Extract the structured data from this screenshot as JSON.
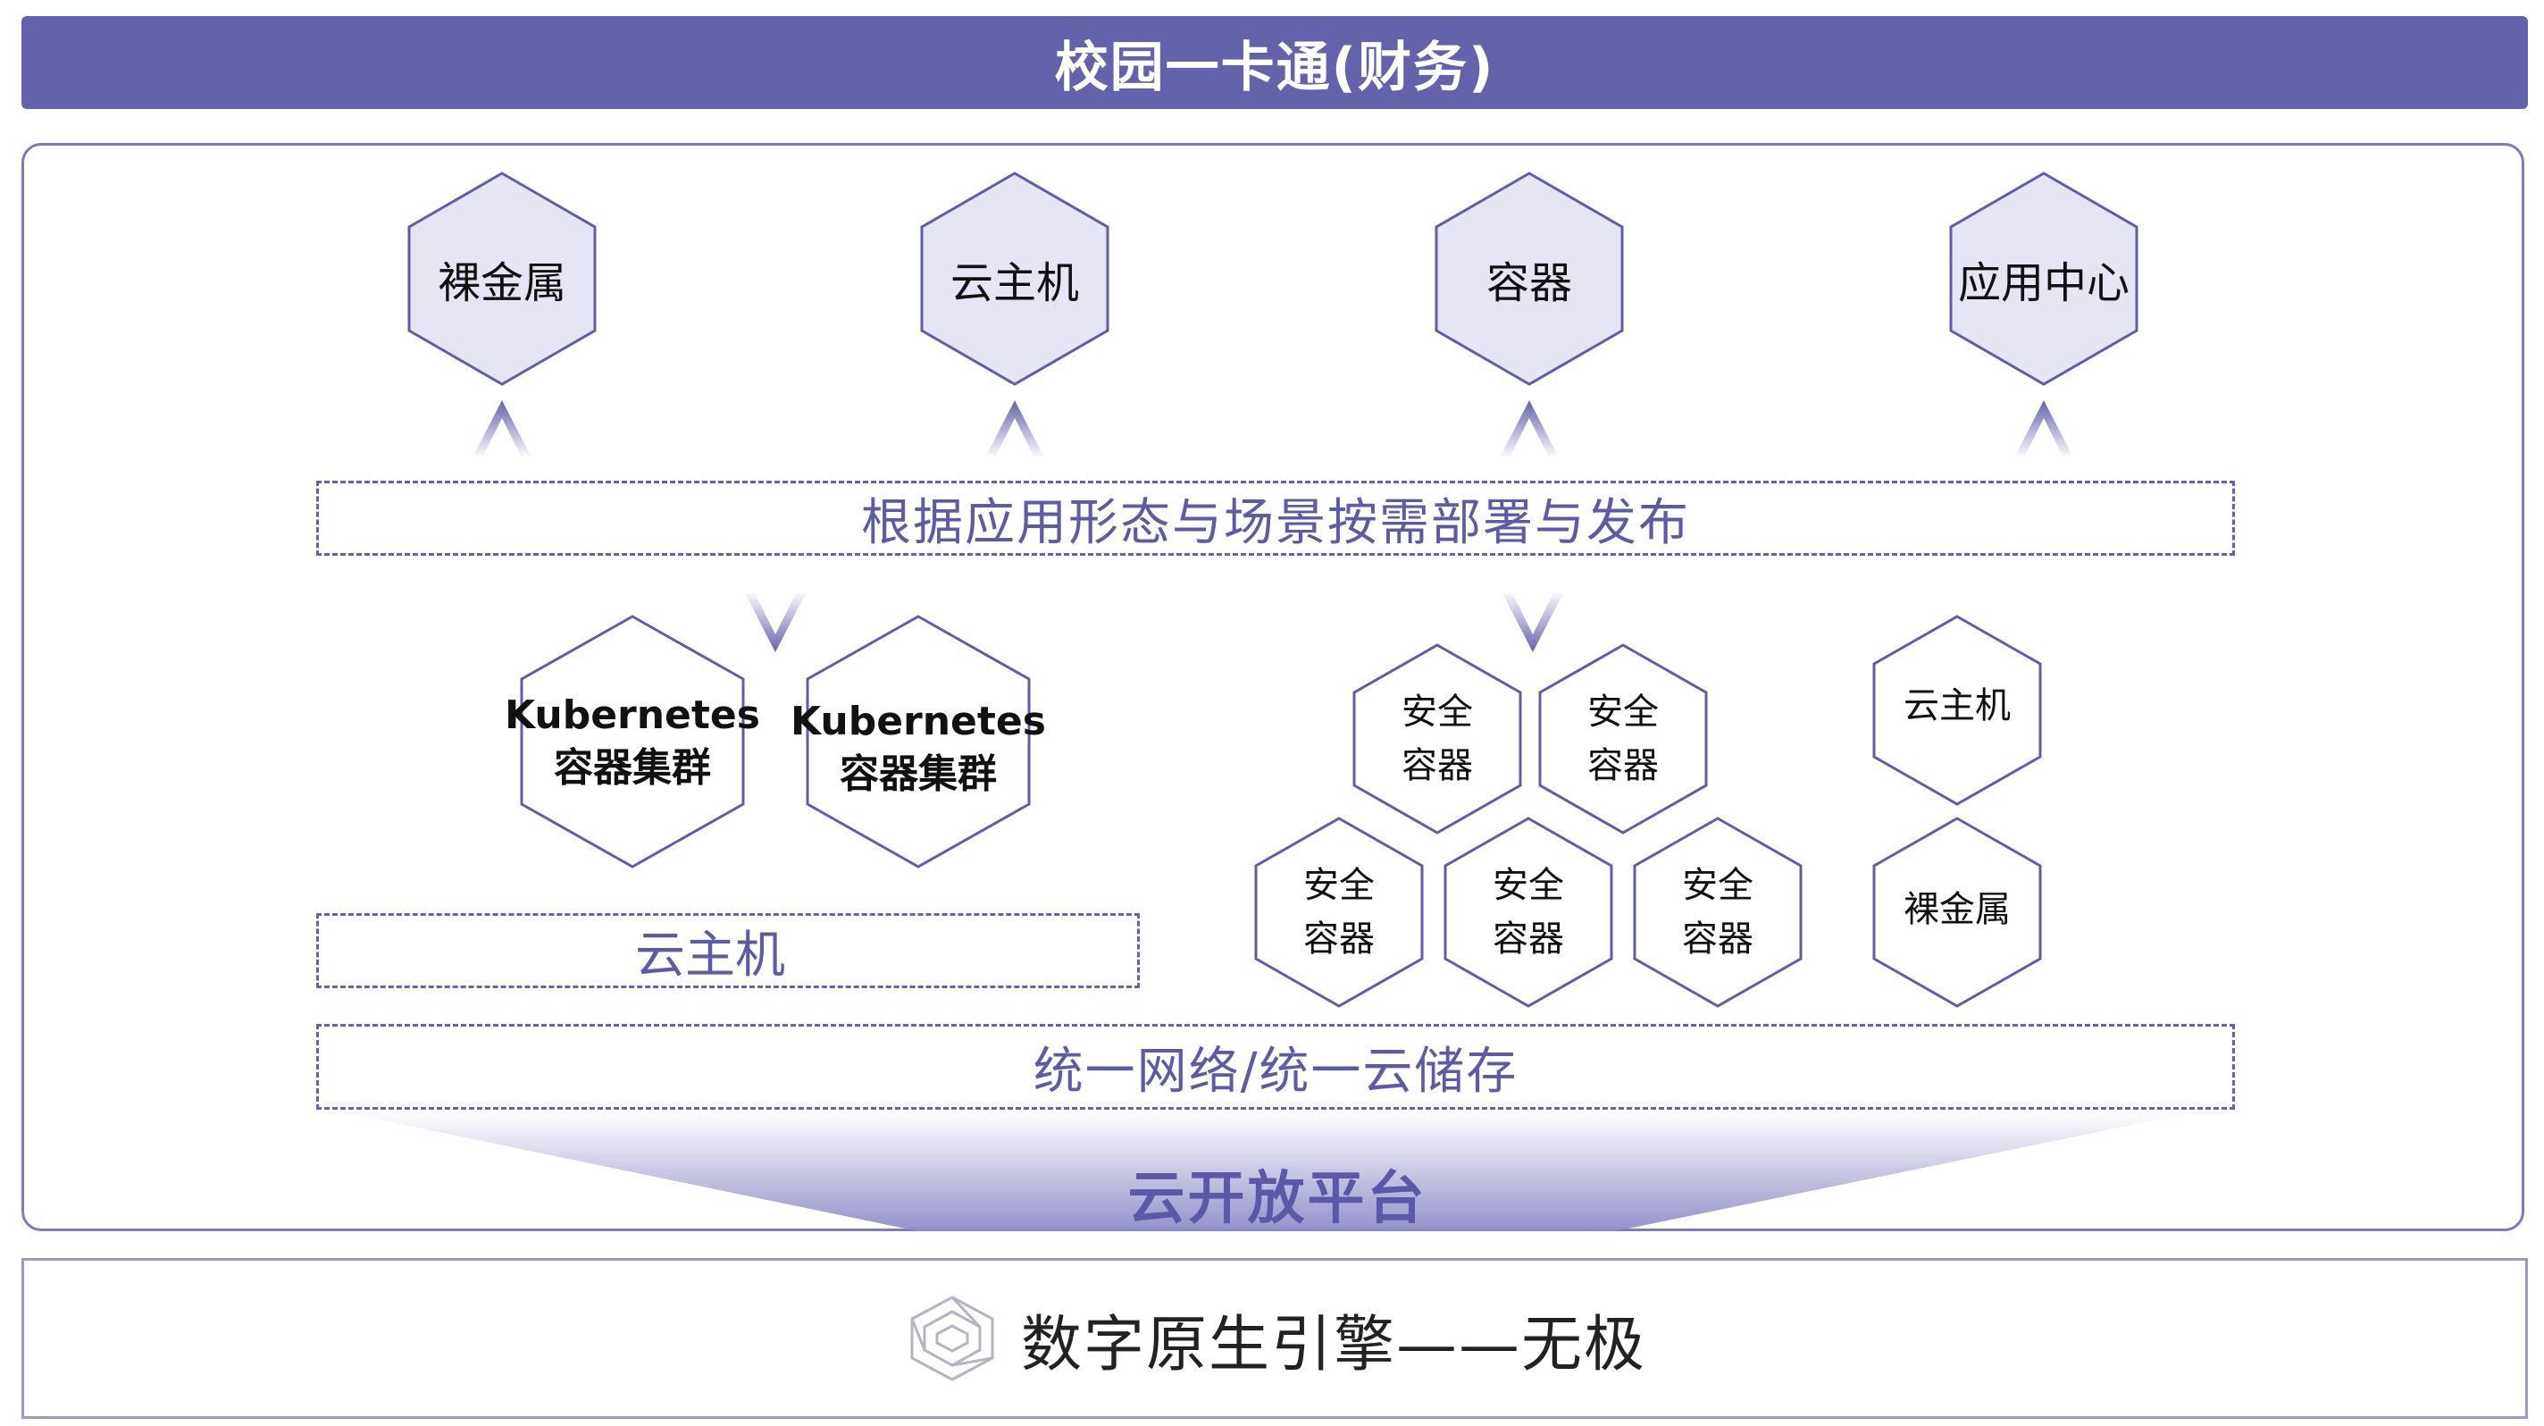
{
  "title": "校园一卡通(财务)",
  "top_services": [
    {
      "label": "裸金属"
    },
    {
      "label": "云主机"
    },
    {
      "label": "容器"
    },
    {
      "label": "应用中心"
    }
  ],
  "deploy_band": {
    "label": "根据应用形态与场景按需部署与发布"
  },
  "k8s_clusters": [
    {
      "line1": "Kubernetes",
      "line2": "容器集群"
    },
    {
      "line1": "Kubernetes",
      "line2": "容器集群"
    }
  ],
  "vm_band": {
    "label": "云主机"
  },
  "secure_containers": [
    {
      "line1": "安全",
      "line2": "容器"
    },
    {
      "line1": "安全",
      "line2": "容器"
    },
    {
      "line1": "安全",
      "line2": "容器"
    },
    {
      "line1": "安全",
      "line2": "容器"
    },
    {
      "line1": "安全",
      "line2": "容器"
    }
  ],
  "side_services": [
    {
      "label": "云主机"
    },
    {
      "label": "裸金属"
    }
  ],
  "network_band": {
    "label": "统一网络/统一云储存"
  },
  "platform": {
    "label": "云开放平台"
  },
  "footer": {
    "label": "数字原生引擎——无极",
    "logo_icon": "hexagon-logo-icon"
  },
  "colors": {
    "accent": "#6462ab",
    "hex_fill": "#e6e5f3",
    "hex_stroke": "#5f5da9",
    "platform_gradient": "#8e8cc8"
  }
}
